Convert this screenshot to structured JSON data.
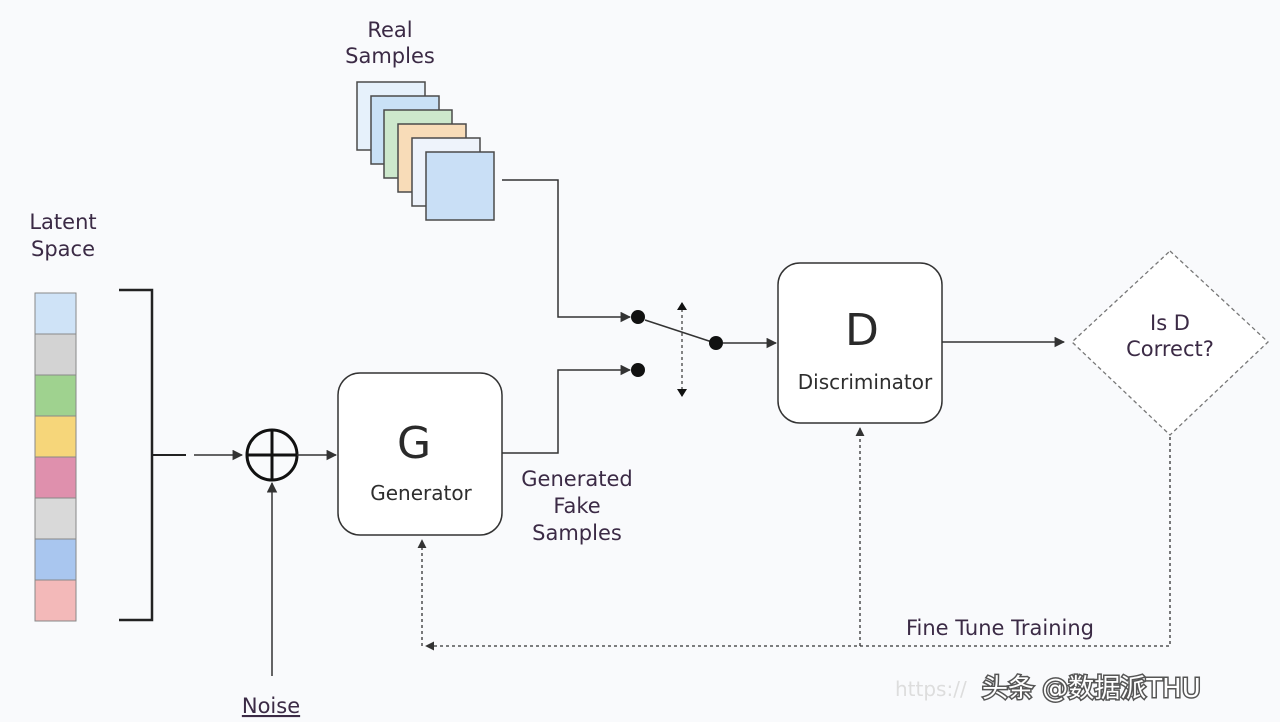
{
  "labels": {
    "real_samples_line1": "Real",
    "real_samples_line2": "Samples",
    "latent_space_line1": "Latent",
    "latent_space_line2": "Space",
    "noise": "Noise",
    "generator_letter": "G",
    "generator_name": "Generator",
    "generated_fake_line1": "Generated",
    "generated_fake_line2": "Fake",
    "generated_fake_line3": "Samples",
    "discriminator_letter": "D",
    "discriminator_name": "Discriminator",
    "decision_line1": "Is D",
    "decision_line2": "Correct?",
    "fine_tune": "Fine Tune Training"
  },
  "watermark": {
    "faint": "https://",
    "main": "头条 @数据派THU"
  },
  "colors": {
    "latent_cells": [
      "#cfe3f7",
      "#d3d3d3",
      "#9fd28f",
      "#f6d67a",
      "#df90ad",
      "#d9d9d9",
      "#a9c6ef",
      "#f3b9b9"
    ],
    "real_sample_cards": [
      "#e6f1fb",
      "#c9e1f6",
      "#cde8cc",
      "#f8dcb8",
      "#eef3fb",
      "#c9dff6"
    ]
  }
}
